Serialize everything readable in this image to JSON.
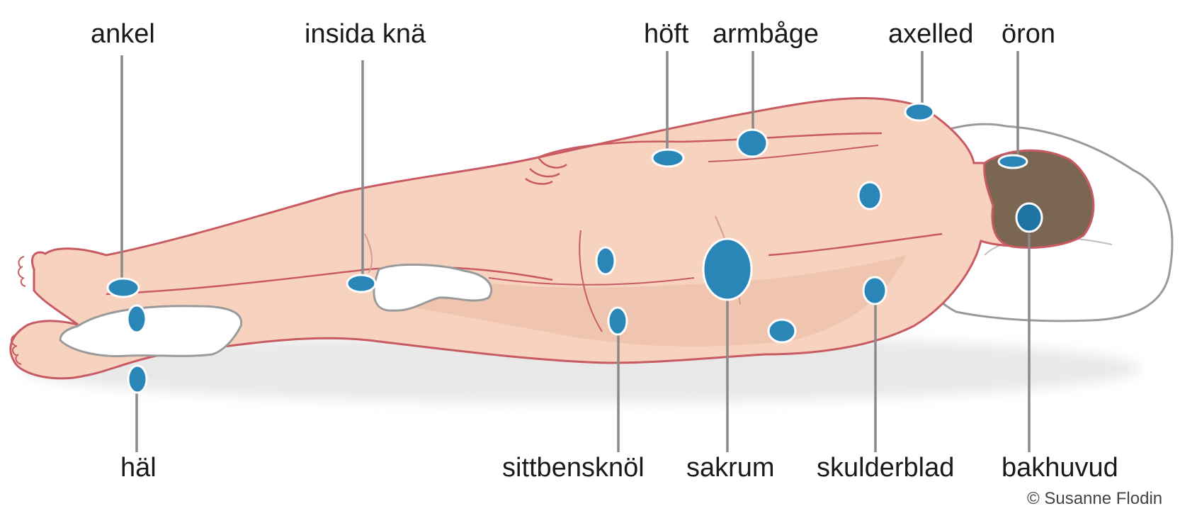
{
  "labels": {
    "ankel": "ankel",
    "insida_kna": "insida knä",
    "hoft": "höft",
    "armbage": "armbåge",
    "axelled": "axelled",
    "oron": "öron",
    "hal": "häl",
    "sittbensknol": "sittbensknöl",
    "sakrum": "sakrum",
    "skulderblad": "skulderblad",
    "bakhuvud": "bakhuvud"
  },
  "credit": "© Susanne Flodin",
  "colors": {
    "skin": "#f6d2bf",
    "skin_shadow": "#e9b69c",
    "outline": "#c85a63",
    "pressure_point": "#2b86b8",
    "pressure_point_dark": "#1f74a3",
    "hair": "#7b6651",
    "pillow": "#ffffff",
    "pillow_outline": "#9a9a9a",
    "leader_line": "#8a8a8a"
  }
}
